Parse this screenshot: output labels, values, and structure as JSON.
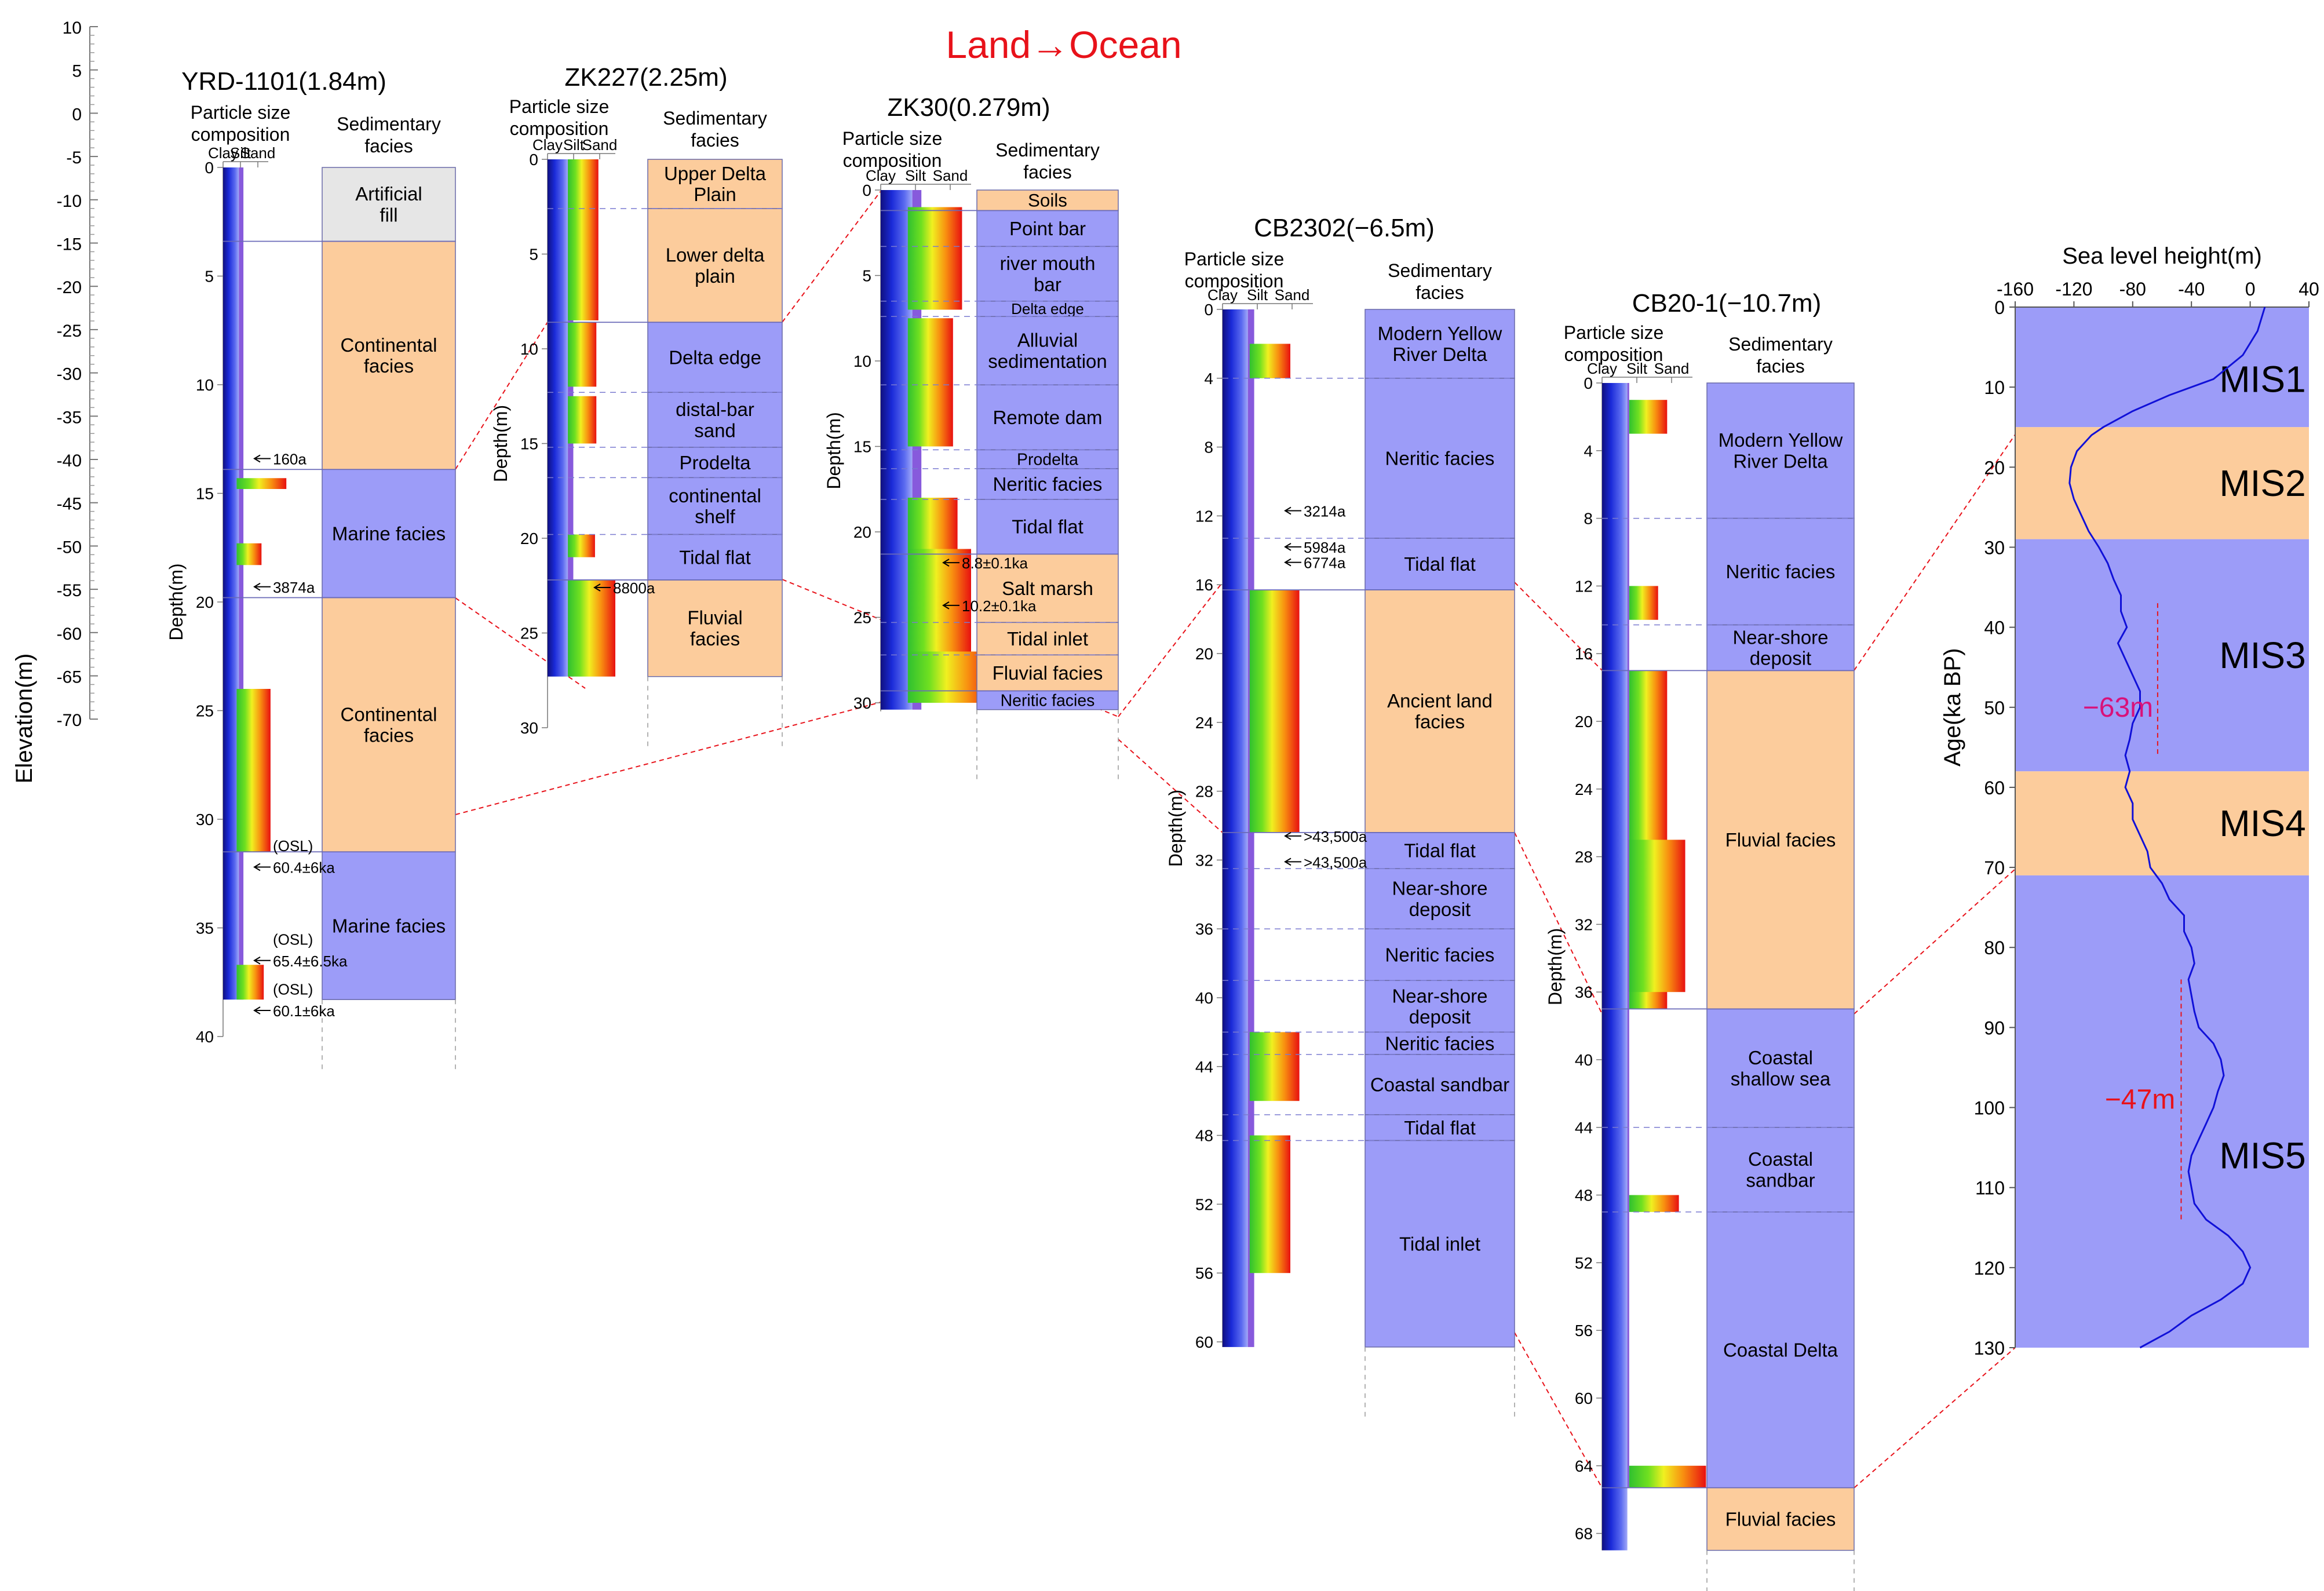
{
  "title": "Land→Ocean",
  "colors": {
    "title": "#e8121a",
    "marine": "#9c9cf8",
    "continental": "#fccc9c",
    "fill": "#e6e6e6",
    "correlation": "#e8121a",
    "curve": "#1010d8",
    "mis_label_63": "#d8127a",
    "mis_label_47": "#e8121a"
  },
  "elevation_axis": {
    "label": "Elevation(m)",
    "ticks": [
      "10",
      "5",
      "0",
      "-5",
      "-10",
      "-15",
      "-20",
      "-25",
      "-30",
      "-35",
      "-40",
      "-45",
      "-50",
      "-55",
      "-60",
      "-65",
      "-70"
    ]
  },
  "common": {
    "particle_label": "Particle size composition",
    "particle_line1": "Particle size",
    "particle_line2": "composition",
    "facies_line1": "Sedimentary",
    "facies_line2": "facies",
    "depth_label": "Depth(m)",
    "grain": [
      "Clay",
      "Silt",
      "Sand"
    ]
  },
  "cores": [
    {
      "id": "YRD-1101",
      "title": "YRD-1101(1.84m)",
      "depth_ticks": [
        "0",
        "5",
        "10",
        "15",
        "20",
        "25",
        "30",
        "35",
        "40"
      ],
      "facies": [
        {
          "top": 0,
          "bot": 3.4,
          "label": "Artificial fill",
          "kind": "fill"
        },
        {
          "top": 3.4,
          "bot": 13.9,
          "label": "Continental facies",
          "kind": "continental"
        },
        {
          "top": 13.9,
          "bot": 19.8,
          "label": "Marine facies",
          "kind": "marine"
        },
        {
          "top": 19.8,
          "bot": 31.5,
          "label": "Continental facies",
          "kind": "continental"
        },
        {
          "top": 31.5,
          "bot": 38.3,
          "label": "Marine facies",
          "kind": "marine"
        }
      ],
      "dates": [
        "160a",
        "3874a",
        "(OSL)",
        "60.4±6ka",
        "(OSL)",
        "65.4±6.5ka",
        "(OSL)",
        "60.1±6ka"
      ]
    },
    {
      "id": "ZK227",
      "title": "ZK227(2.25m)",
      "depth_ticks": [
        "0",
        "5",
        "10",
        "15",
        "20",
        "25",
        "30"
      ],
      "facies": [
        {
          "top": 0,
          "bot": 2.6,
          "label": "Upper Delta Plain",
          "kind": "continental"
        },
        {
          "top": 2.6,
          "bot": 8.6,
          "label": "Lower delta plain",
          "kind": "continental"
        },
        {
          "top": 8.6,
          "bot": 12.3,
          "label": "Delta edge",
          "kind": "marine"
        },
        {
          "top": 12.3,
          "bot": 15.2,
          "label": "distal-bar sand",
          "kind": "marine"
        },
        {
          "top": 15.2,
          "bot": 16.8,
          "label": "Prodelta",
          "kind": "marine"
        },
        {
          "top": 16.8,
          "bot": 19.8,
          "label": "continental shelf",
          "kind": "marine"
        },
        {
          "top": 19.8,
          "bot": 22.2,
          "label": "Tidal flat",
          "kind": "marine"
        },
        {
          "top": 22.2,
          "bot": 27.3,
          "label": "Fluvial facies",
          "kind": "continental"
        }
      ],
      "dates": [
        "8800a"
      ]
    },
    {
      "id": "ZK30",
      "title": "ZK30(0.279m)",
      "depth_ticks": [
        "0",
        "5",
        "10",
        "15",
        "20",
        "25",
        "30"
      ],
      "facies": [
        {
          "top": 0,
          "bot": 1.2,
          "label": "Soils",
          "kind": "continental"
        },
        {
          "top": 1.2,
          "bot": 3.3,
          "label": "Point bar",
          "kind": "marine"
        },
        {
          "top": 3.3,
          "bot": 6.5,
          "label": "river mouth bar",
          "kind": "marine"
        },
        {
          "top": 6.5,
          "bot": 7.4,
          "label": "Delta edge",
          "kind": "marine"
        },
        {
          "top": 7.4,
          "bot": 11.4,
          "label": "Alluvial sedimentation",
          "kind": "marine"
        },
        {
          "top": 11.4,
          "bot": 15.2,
          "label": "Remote dam",
          "kind": "marine"
        },
        {
          "top": 15.2,
          "bot": 16.3,
          "label": "Prodelta",
          "kind": "marine"
        },
        {
          "top": 16.3,
          "bot": 18.1,
          "label": "Neritic facies",
          "kind": "marine"
        },
        {
          "top": 18.1,
          "bot": 21.3,
          "label": "Tidal flat",
          "kind": "marine"
        },
        {
          "top": 21.3,
          "bot": 25.3,
          "label": "Salt marsh",
          "kind": "continental"
        },
        {
          "top": 25.3,
          "bot": 27.2,
          "label": "Tidal inlet",
          "kind": "continental"
        },
        {
          "top": 27.2,
          "bot": 29.3,
          "label": "Fluvial facies",
          "kind": "continental"
        },
        {
          "top": 29.3,
          "bot": 30.4,
          "label": "Neritic facies",
          "kind": "marine"
        }
      ],
      "dates": [
        "8.8±0.1ka",
        "10.2±0.1ka"
      ]
    },
    {
      "id": "CB2302",
      "title": "CB2302(−6.5m)",
      "depth_ticks": [
        "0",
        "4",
        "8",
        "12",
        "16",
        "20",
        "24",
        "28",
        "32",
        "36",
        "40",
        "44",
        "48",
        "52",
        "56",
        "60"
      ],
      "facies": [
        {
          "top": 0,
          "bot": 4.0,
          "label": "Modern Yellow River Delta",
          "kind": "marine"
        },
        {
          "top": 4.0,
          "bot": 13.3,
          "label": "Neritic facies",
          "kind": "marine"
        },
        {
          "top": 13.3,
          "bot": 16.3,
          "label": "Tidal flat",
          "kind": "marine"
        },
        {
          "top": 16.3,
          "bot": 30.4,
          "label": "Ancient land facies",
          "kind": "continental"
        },
        {
          "top": 30.4,
          "bot": 32.5,
          "label": "Tidal flat",
          "kind": "marine"
        },
        {
          "top": 32.5,
          "bot": 36.0,
          "label": "Near-shore deposit",
          "kind": "marine"
        },
        {
          "top": 36.0,
          "bot": 39.0,
          "label": "Neritic facies",
          "kind": "marine"
        },
        {
          "top": 39.0,
          "bot": 42.0,
          "label": "Near-shore deposit",
          "kind": "marine"
        },
        {
          "top": 42.0,
          "bot": 43.3,
          "label": "Neritic facies",
          "kind": "marine"
        },
        {
          "top": 43.3,
          "bot": 46.8,
          "label": "Coastal sandbar",
          "kind": "marine"
        },
        {
          "top": 46.8,
          "bot": 48.3,
          "label": "Tidal flat",
          "kind": "marine"
        },
        {
          "top": 48.3,
          "bot": 60.3,
          "label": "Tidal inlet",
          "kind": "marine"
        }
      ],
      "dates": [
        "3214a",
        "5984a",
        "6774a",
        ">43,500a",
        ">43,500a"
      ]
    },
    {
      "id": "CB20-1",
      "title": "CB20-1(−10.7m)",
      "depth_ticks": [
        "0",
        "4",
        "8",
        "12",
        "16",
        "20",
        "24",
        "28",
        "32",
        "36",
        "40",
        "44",
        "48",
        "52",
        "56",
        "60",
        "64",
        "68"
      ],
      "facies": [
        {
          "top": 0,
          "bot": 8.0,
          "label": "Modern Yellow River Delta",
          "kind": "marine"
        },
        {
          "top": 8.0,
          "bot": 14.3,
          "label": "Neritic facies",
          "kind": "marine"
        },
        {
          "top": 14.3,
          "bot": 17.0,
          "label": "Near-shore deposit",
          "kind": "marine"
        },
        {
          "top": 17.0,
          "bot": 37.0,
          "label": "Fluvial facies",
          "kind": "continental"
        },
        {
          "top": 37.0,
          "bot": 44.0,
          "label": "Coastal shallow sea",
          "kind": "marine"
        },
        {
          "top": 44.0,
          "bot": 49.0,
          "label": "Coastal sandbar",
          "kind": "marine"
        },
        {
          "top": 49.0,
          "bot": 65.3,
          "label": "Coastal Delta",
          "kind": "marine"
        },
        {
          "top": 65.3,
          "bot": 69.0,
          "label": "Fluvial facies",
          "kind": "continental"
        }
      ],
      "dates": []
    }
  ],
  "chart_data": {
    "type": "line",
    "title": "",
    "xlabel": "Sea level height(m)",
    "ylabel": "Age(ka BP)",
    "xlim": [
      -160,
      40
    ],
    "ylim": [
      0,
      130
    ],
    "x_ticks": [
      "-160",
      "-120",
      "-80",
      "-40",
      "0",
      "40"
    ],
    "y_ticks": [
      "0",
      "10",
      "20",
      "30",
      "40",
      "50",
      "60",
      "70",
      "80",
      "90",
      "100",
      "110",
      "120",
      "130"
    ],
    "stages": [
      {
        "name": "MIS1",
        "from": 0,
        "to": 15,
        "kind": "marine"
      },
      {
        "name": "MIS2",
        "from": 15,
        "to": 29,
        "kind": "continental"
      },
      {
        "name": "MIS3",
        "from": 29,
        "to": 58,
        "kind": "marine"
      },
      {
        "name": "MIS4",
        "from": 58,
        "to": 71,
        "kind": "continental"
      },
      {
        "name": "MIS5",
        "from": 71,
        "to": 130,
        "kind": "marine"
      }
    ],
    "annotations": [
      {
        "text": "−63m",
        "x": -63,
        "y_from": 37,
        "y_to": 56
      },
      {
        "text": "−47m",
        "x": -47,
        "y_from": 84,
        "y_to": 114
      }
    ],
    "series": [
      {
        "age": [
          0,
          3,
          6,
          9,
          11,
          13,
          15,
          16,
          18,
          20,
          22,
          24,
          26,
          28,
          30,
          32,
          34,
          36,
          38,
          40,
          42,
          44,
          46,
          48,
          50,
          52,
          54,
          56,
          58,
          60,
          62,
          64,
          66,
          68,
          70,
          72,
          74,
          76,
          78,
          80,
          82,
          84,
          86,
          88,
          90,
          92,
          94,
          96,
          98,
          100,
          102,
          104,
          106,
          108,
          110,
          112,
          114,
          116,
          118,
          120,
          122,
          124,
          126,
          128,
          130
        ],
        "height": [
          10,
          5,
          -5,
          -25,
          -55,
          -80,
          -100,
          -108,
          -118,
          -122,
          -123,
          -120,
          -115,
          -110,
          -103,
          -97,
          -93,
          -88,
          -88,
          -84,
          -90,
          -85,
          -80,
          -75,
          -75,
          -80,
          -82,
          -85,
          -82,
          -85,
          -80,
          -80,
          -75,
          -70,
          -68,
          -60,
          -55,
          -45,
          -45,
          -40,
          -38,
          -42,
          -40,
          -38,
          -35,
          -25,
          -20,
          -18,
          -22,
          -25,
          -30,
          -35,
          -40,
          -42,
          -40,
          -38,
          -30,
          -15,
          -5,
          0,
          -5,
          -20,
          -40,
          -55,
          -75
        ]
      }
    ]
  }
}
